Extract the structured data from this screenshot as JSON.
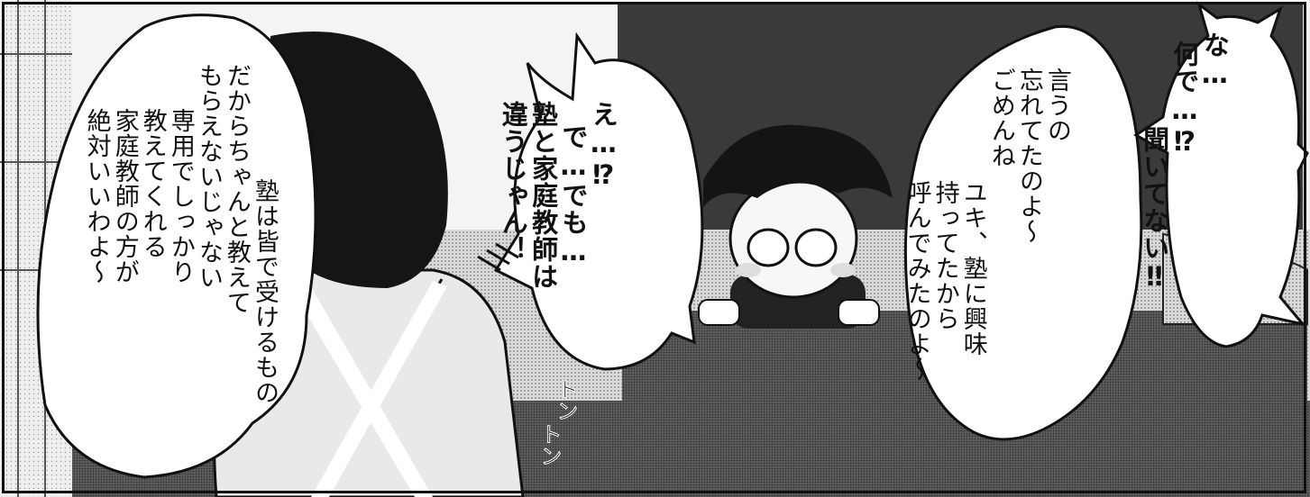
{
  "bubbles": {
    "mother_left": {
      "line1": "塾は皆で受けるもの",
      "line2": "だからちゃんと教えて",
      "line3": "もらえないじゃない",
      "line4": "専用でしっかり",
      "line5": "教えてくれる",
      "line6": "家庭教師の方が",
      "line7": "絶対いいわよ～"
    },
    "boy_middle": {
      "line1": "え…⁉",
      "line2": "で…でも…",
      "line3": "塾と家庭教師は",
      "line4": "違うじゃん！"
    },
    "mother_right": {
      "line1": "言うの",
      "line2": "忘れてたのよ～",
      "line3": "ごめんね",
      "line4": "ユキ、塾に興味",
      "line5": "持ってたから",
      "line6": "呼んでみたのよ～"
    },
    "boy_right": {
      "line1": "な…",
      "line2": "何で…⁉",
      "line3": "聞いてない‼"
    }
  },
  "sfx": {
    "ton1": "トン",
    "ton2": "トン"
  }
}
